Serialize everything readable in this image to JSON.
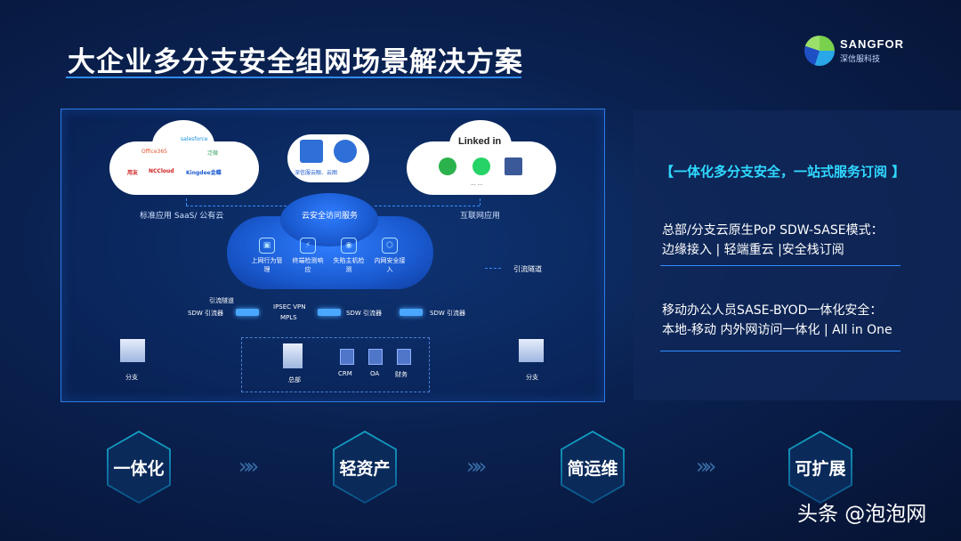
{
  "title": "大企业多分支安全组网场景解决方案",
  "logo": {
    "name": "SANGFOR",
    "sub": "深信服科技"
  },
  "diagram": {
    "left_cloud": {
      "label": "标准应用 SaaS/ 公有云",
      "apps": [
        "salesforce",
        "Office365",
        "泛微",
        "用友",
        "NCCloud",
        "Kingdee金蝶"
      ]
    },
    "center_cloud": {
      "label": "深信服云眼、云图"
    },
    "right_cloud": {
      "label": "互联网应用",
      "apps": [
        "Linked in",
        "...  ..."
      ]
    },
    "core_cloud": {
      "label": "云安全访问服务",
      "services": [
        {
          "label": "上网行为管理",
          "icon": "monitor-icon"
        },
        {
          "label": "终端检测响应",
          "icon": "bolt-icon"
        },
        {
          "label": "失陷主机检测",
          "icon": "globe-icon"
        },
        {
          "label": "内网安全接入",
          "icon": "shield-icon"
        }
      ]
    },
    "tunnel_label": "引流隧道",
    "tunnel_label_right": "引流隧道",
    "vpn_lines": [
      "IPSEC VPN",
      "MPLS"
    ],
    "sdw_labels": [
      "SDW 引流器",
      "SDW 引流器",
      "SDW 引流器"
    ],
    "branch_left": "分支",
    "branch_right": "分支",
    "hq": {
      "label": "总部",
      "systems": [
        "CRM",
        "OA",
        "财务"
      ]
    }
  },
  "panel": {
    "heading": "【一体化多分支安全，一站式服务订阅 】",
    "block1_line1": "总部/分支云原生PoP SDW-SASE模式：",
    "block1_line2": "边缘接入 | 轻端重云 |安全栈订阅",
    "block2_line1": "移动办公人员SASE-BYOD一体化安全：",
    "block2_line2": "本地-移动 内外网访问一体化 | All in One"
  },
  "features": [
    "一体化",
    "轻资产",
    "简运维",
    "可扩展"
  ],
  "arrows": "»»",
  "watermark": "头条 @泡泡网"
}
